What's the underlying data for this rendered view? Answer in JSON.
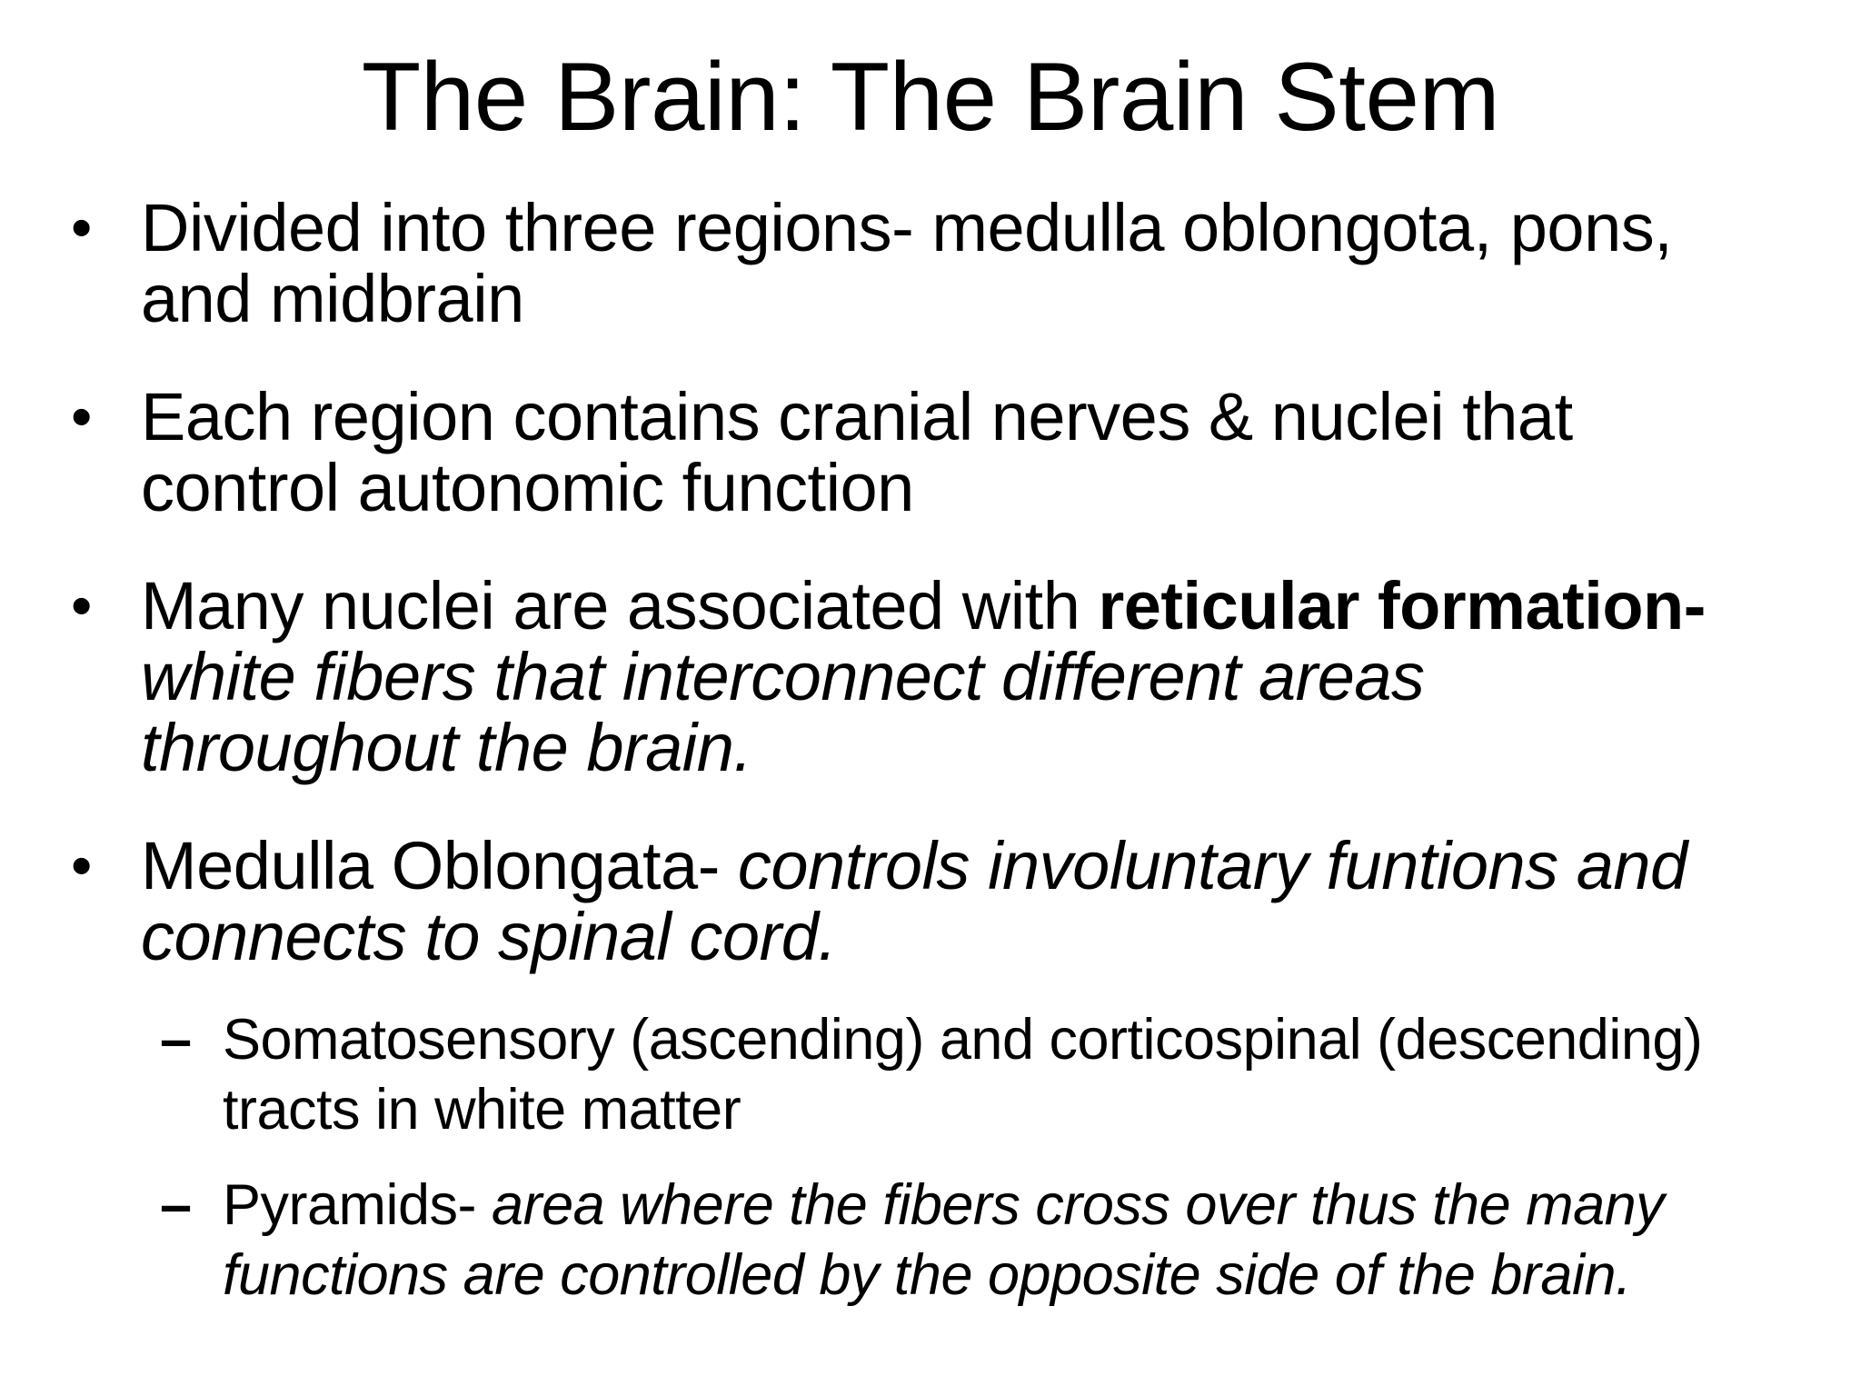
{
  "slide": {
    "title": "The Brain: The Brain Stem",
    "background_color": "#ffffff",
    "text_color": "#000000",
    "level1_marker": "•",
    "level2_marker": "–",
    "bullets": [
      {
        "level": 1,
        "lines": [
          [
            {
              "text": "Divided into three regions- medulla oblongota, pons,",
              "style": "regular"
            }
          ],
          [
            {
              "text": "and midbrain",
              "style": "regular"
            }
          ]
        ]
      },
      {
        "level": 1,
        "lines": [
          [
            {
              "text": "Each region contains cranial nerves & nuclei that",
              "style": "regular"
            }
          ],
          [
            {
              "text": "control autonomic function",
              "style": "regular"
            }
          ]
        ]
      },
      {
        "level": 1,
        "lines": [
          [
            {
              "text": "Many nuclei are associated with ",
              "style": "regular"
            },
            {
              "text": "reticular formation-",
              "style": "bold"
            }
          ],
          [
            {
              "text": "white fibers that interconnect different areas",
              "style": "italic"
            }
          ],
          [
            {
              "text": "throughout the brain.",
              "style": "italic"
            }
          ]
        ]
      },
      {
        "level": 1,
        "lines": [
          [
            {
              "text": "Medulla Oblongata- ",
              "style": "regular"
            },
            {
              "text": "controls involuntary funtions and",
              "style": "italic"
            }
          ],
          [
            {
              "text": "connects to spinal cord.",
              "style": "italic"
            }
          ]
        ]
      },
      {
        "level": 2,
        "lines": [
          [
            {
              "text": "Somatosensory (ascending) and corticospinal (descending)",
              "style": "regular"
            }
          ],
          [
            {
              "text": "tracts in white matter",
              "style": "regular"
            }
          ]
        ]
      },
      {
        "level": 2,
        "lines": [
          [
            {
              "text": "Pyramids- ",
              "style": "regular"
            },
            {
              "text": "area where the fibers cross over thus the many",
              "style": "italic"
            }
          ],
          [
            {
              "text": "functions are controlled by the opposite side of the brain.",
              "style": "italic"
            }
          ]
        ]
      }
    ]
  }
}
